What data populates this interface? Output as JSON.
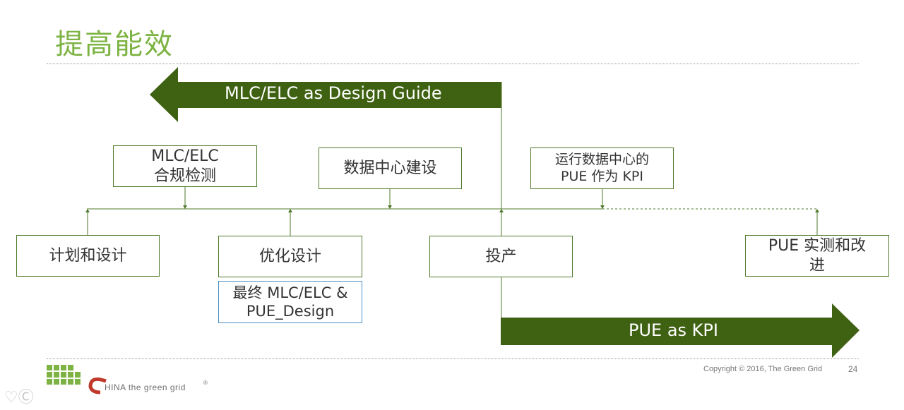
{
  "title": "提高能效",
  "arrows": {
    "top": "MLC/ELC as Design Guide",
    "bottom": "PUE as KPI"
  },
  "boxes": {
    "compliance": "MLC/ELC\n合规检测",
    "construction": "数据中心建设",
    "operating": "运行数据中心的\nPUE 作为 KPI",
    "planning": "计划和设计",
    "optimize": "优化设计",
    "commission": "投产",
    "measure": "PUE 实测和改\n进",
    "final": "最终 MLC/ELC &\nPUE_Design"
  },
  "footer": {
    "copyright": "Copyright © 2016, The Green Grid",
    "page": "24",
    "logo_text": "HINA the green grid",
    "registered": "®"
  },
  "colors": {
    "title": "#7cb342",
    "arrow": "#3f6212",
    "box_border": "#4f7a2b",
    "final_box_border": "#4a90c8"
  }
}
